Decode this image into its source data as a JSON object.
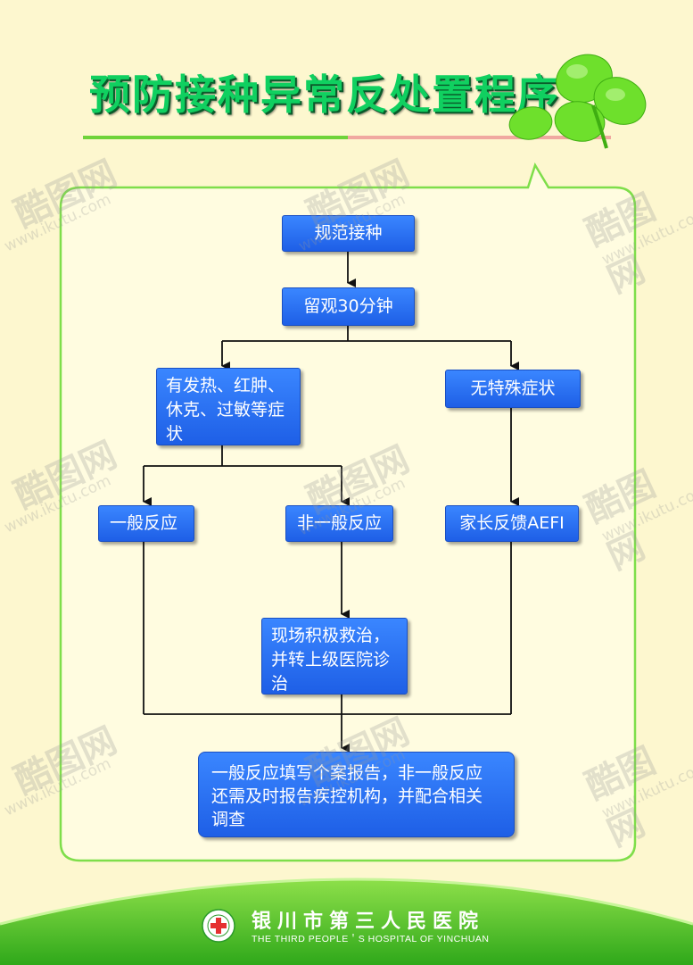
{
  "header": {
    "title": "预防接种异常反处置程序"
  },
  "flowchart": {
    "nodes": {
      "n1": "规范接种",
      "n2": "留观30分钟",
      "n3": [
        "有发热、红肿、",
        "休克、过敏等症",
        "状"
      ],
      "n4": "无特殊症状",
      "n5": "一般反应",
      "n6": "非一般反应",
      "n7": "家长反馈AEFI",
      "n8": [
        "现场积极救治，",
        "并转上级医院诊",
        "治"
      ],
      "n9": [
        " 一般反应填写个案报告，非一般反应",
        "还需及时报告疾控机构，并配合相关",
        "调查"
      ]
    }
  },
  "watermark": {
    "brand": "酷图网",
    "url": "www.ikutu.com"
  },
  "footer": {
    "hospital_cn": "银川市第三人民医院",
    "hospital_en": "THE THIRD PEOPLE＇S HOSPITAL OF YINCHUAN"
  },
  "colors": {
    "background": "#fdf7cf",
    "box": "#2f74f5",
    "title": "#10d060",
    "footer": "#4cc52c"
  }
}
